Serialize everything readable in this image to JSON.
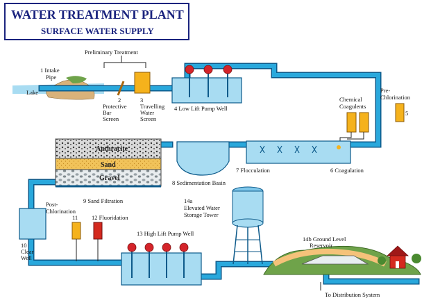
{
  "title": {
    "line1": "WATER TREATMENT PLANT",
    "line2": "SURFACE WATER SUPPLY"
  },
  "labels": {
    "intake": "1  Intake",
    "intake2": "Pipe",
    "lake": "Lake",
    "preliminary": "Preliminary Treatment",
    "bar1": "2",
    "bar2": "Protective",
    "bar3": "Bar",
    "bar4": "Screen",
    "travel1": "3",
    "travel2": "Travelling",
    "travel3": "Water",
    "travel4": "Screen",
    "lowlift": "4 Low Lift Pump Well",
    "prechlor1": "Pre-",
    "prechlor2": "Chlorination",
    "prechlor_num": "5",
    "chem1": "Chemical",
    "chem2": "Coagulents",
    "coag": "6 Coagulation",
    "floc": "7 Flocculation",
    "sed": "8 Sedimentation Basin",
    "anthracite": "Anthracite",
    "sand": "Sand",
    "gravel": "Gravel",
    "sandfilt": "9 Sand Filtration",
    "postchlor1": "Post-",
    "postchlor2": "Chlorination",
    "clear1": "10",
    "clear2": "Clear",
    "clear3": "Well",
    "n11": "11",
    "fluor": "12 Fluoridation",
    "highlift": "13 High Lift Pump Well",
    "tower1": "14a",
    "tower2": "Elevated Water",
    "tower3": "Storage Tower",
    "ground1": "14b Ground Level",
    "ground2": "Reservoir",
    "dist": "To Distribution System"
  },
  "colors": {
    "pipe": "#29a8dc",
    "pipe_edge": "#0d5a8a",
    "tank_fill": "#a8dcf2",
    "pump_red": "#d4242a",
    "chem_yellow": "#f5b21c",
    "fluor_red": "#d42a1f",
    "title_blue": "#1a237e"
  }
}
